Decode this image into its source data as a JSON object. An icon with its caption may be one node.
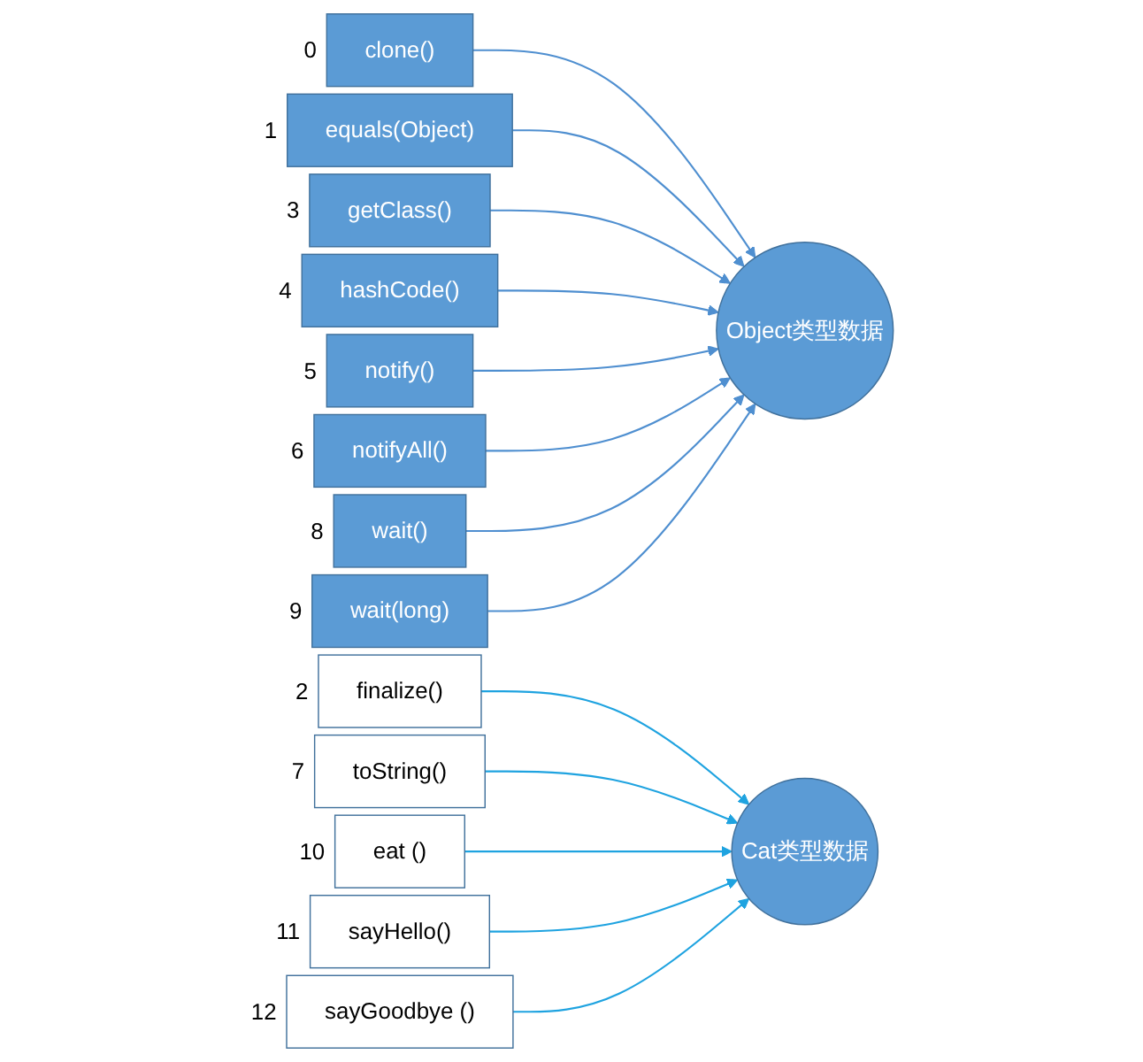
{
  "diagram": {
    "nodes": [
      {
        "text": [
          "clone()"
        ],
        "beside": [
          "0"
        ]
      },
      {
        "text": [
          "equals(Object)"
        ],
        "beside": [
          "1"
        ]
      },
      {
        "text": [
          "finalize()"
        ],
        "beside": [
          "2"
        ]
      },
      {
        "text": [
          "getClass()"
        ],
        "beside": [
          "3"
        ]
      },
      {
        "text": [
          "hashCode()"
        ],
        "beside": [
          "4"
        ]
      },
      {
        "text": [
          "notify()"
        ],
        "beside": [
          "5"
        ]
      },
      {
        "text": [
          "notifyAll()"
        ],
        "beside": [
          "6"
        ]
      },
      {
        "text": [
          "toString()"
        ],
        "beside": [
          "7"
        ]
      },
      {
        "text": [
          "wait()"
        ],
        "beside": [
          "8"
        ]
      },
      {
        "text": [
          "wait(long)"
        ],
        "beside": [
          "9"
        ]
      },
      {
        "text": [
          "eat ()"
        ],
        "beside": [
          "10"
        ]
      },
      {
        "text": [
          "sayHello()"
        ],
        "beside": [
          "11"
        ]
      },
      {
        "text": [
          "sayGoodbye ()"
        ],
        "beside": [
          "12"
        ]
      },
      {
        "text": [
          "Object类型数据"
        ]
      },
      {
        "text": [
          "Cat类型数据"
        ]
      }
    ],
    "edges": [
      {
        "from": 0,
        "to": 13,
        "arrow": "to"
      },
      {
        "from": 1,
        "to": 13,
        "arrow": "to"
      },
      {
        "from": 2,
        "to": 14,
        "arrow": "to",
        "color": "#1fa3e0"
      },
      {
        "from": 3,
        "to": 13,
        "arrow": "to"
      },
      {
        "from": 4,
        "to": 13,
        "arrow": "to"
      },
      {
        "from": 5,
        "to": 13,
        "arrow": "to"
      },
      {
        "from": 6,
        "to": 13,
        "arrow": "to"
      },
      {
        "from": 7,
        "to": 14,
        "arrow": "to",
        "color": "#1fa3e0"
      },
      {
        "from": 8,
        "to": 13,
        "arrow": "to"
      },
      {
        "from": 9,
        "to": 13,
        "arrow": "to"
      },
      {
        "from": 10,
        "to": 14,
        "arrow": "to",
        "color": "#1fa3e0"
      },
      {
        "from": 11,
        "to": 14,
        "arrow": "to",
        "color": "#1fa3e0"
      },
      {
        "from": 12,
        "to": 14,
        "arrow": "to",
        "color": "#1fa3e0"
      }
    ]
  }
}
